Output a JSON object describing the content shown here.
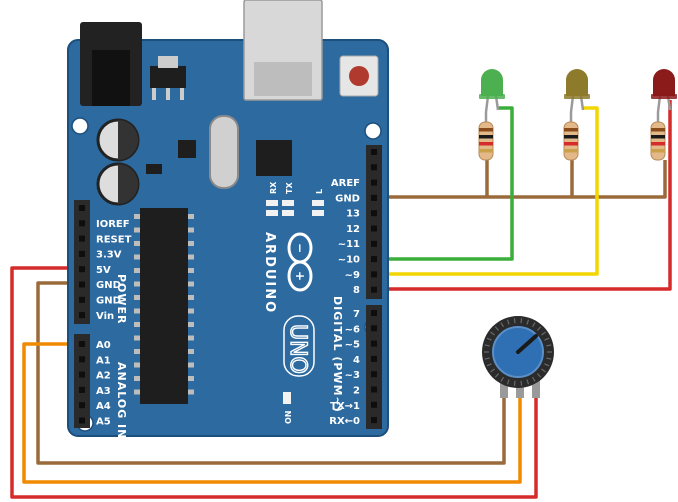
{
  "board": {
    "brand": "ARDUINO",
    "model": "UNO",
    "chip_label": "",
    "power_header": {
      "group_label": "POWER",
      "pins": [
        "IOREF",
        "RESET",
        "3.3V",
        "5V",
        "GND",
        "GND",
        "Vin"
      ]
    },
    "analog_header": {
      "group_label": "ANALOG IN",
      "pins": [
        "A0",
        "A1",
        "A2",
        "A3",
        "A4",
        "A5"
      ]
    },
    "digital_header": {
      "group_label": "DIGITAL (PWM~)",
      "pins_top": [
        "AREF",
        "GND",
        "13",
        "12",
        "~11",
        "~10",
        "~9",
        "8"
      ],
      "pins_bottom": [
        "7",
        "~6",
        "~5",
        "4",
        "~3",
        "2",
        "TX→1",
        "RX←0"
      ]
    },
    "led_labels": {
      "tx": "TX",
      "rx": "RX",
      "l": "L",
      "on": "ON"
    }
  },
  "components": {
    "leds": [
      {
        "color_name": "green",
        "color": "#4caf50"
      },
      {
        "color_name": "yellow",
        "color": "#8d7a2a"
      },
      {
        "color_name": "red",
        "color": "#8b1a1a"
      }
    ],
    "potentiometer": {
      "knob_color": "#2f6fb4"
    }
  },
  "wires": {
    "colors": {
      "gnd": "#9a6a3a",
      "green": "#3aae3a",
      "yellow": "#f2d600",
      "red": "#d62b2b",
      "orange": "#f08a00"
    }
  },
  "colors": {
    "board": "#2c6aa0",
    "board_edge": "#1d4f7c",
    "header": "#2a2a2a"
  }
}
